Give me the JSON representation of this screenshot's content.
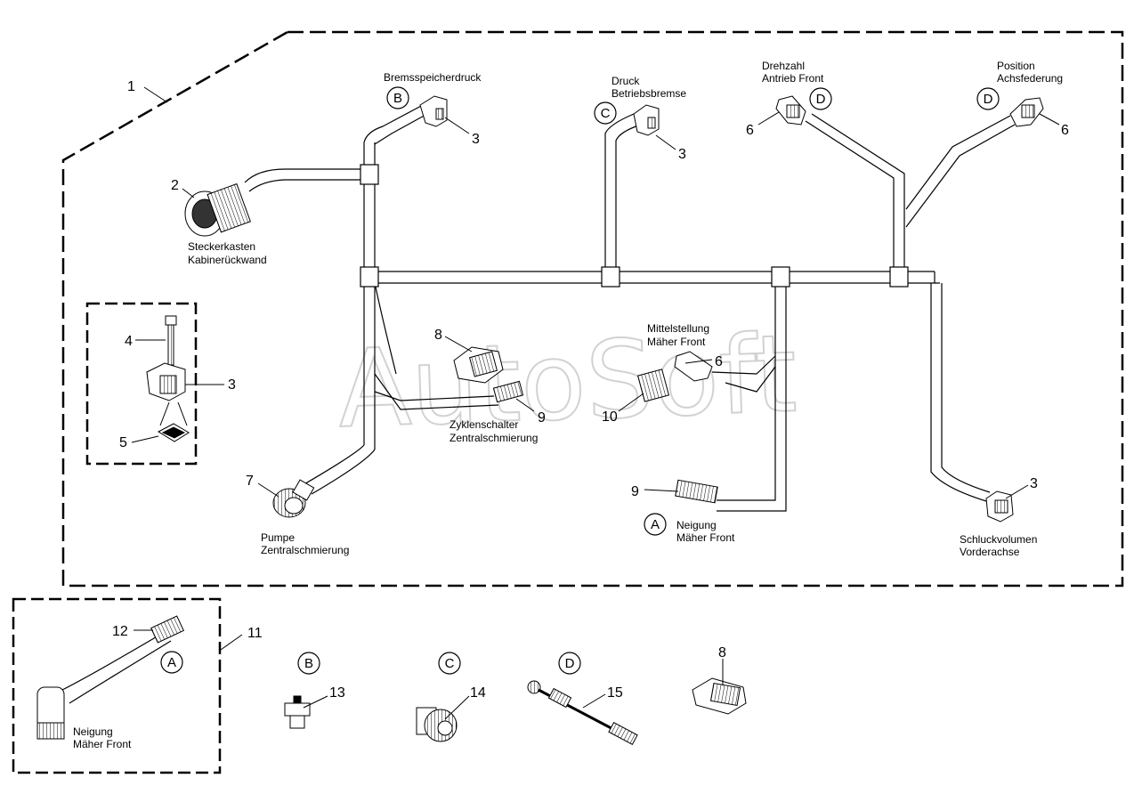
{
  "watermark": "AutoSoft",
  "colors": {
    "line": "#000000",
    "watermark": "#d2d2d2",
    "background": "#ffffff"
  },
  "labels": {
    "bremsspeicherdruck": "Bremsspeicherdruck",
    "druck": "Druck",
    "betriebsbremse": "Betriebsbremse",
    "drehzahl": "Drehzahl",
    "antrieb_front": "Antrieb Front",
    "position": "Position",
    "achsfederung": "Achsfederung",
    "steckerkasten": "Steckerkasten",
    "kabinerueckwand": "Kabinerückwand",
    "mittelstellung": "Mittelstellung",
    "maeher_front": "Mäher Front",
    "zyklenschalter": "Zyklenschalter",
    "zentralschmierung": "Zentralschmierung",
    "pumpe": "Pumpe",
    "neigung": "Neigung",
    "schluckvolumen": "Schluckvolumen",
    "vorderachse": "Vorderachse"
  },
  "callouts": {
    "c1": "1",
    "c2": "2",
    "c3": "3",
    "c4": "4",
    "c5": "5",
    "c6": "6",
    "c7": "7",
    "c8": "8",
    "c9": "9",
    "c10": "10",
    "c11": "11",
    "c12": "12",
    "c13": "13",
    "c14": "14",
    "c15": "15"
  },
  "refs": {
    "A": "A",
    "B": "B",
    "C": "C",
    "D": "D"
  }
}
